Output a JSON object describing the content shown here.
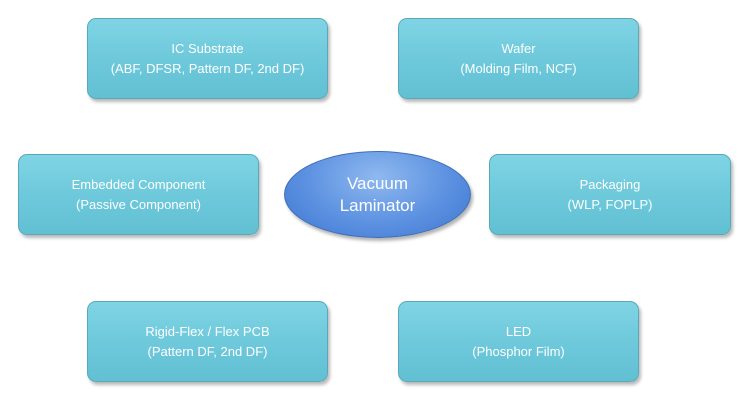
{
  "center": {
    "line1": "Vacuum",
    "line2": "Laminator"
  },
  "nodes": [
    {
      "title": "IC Substrate",
      "detail": "(ABF, DFSR, Pattern DF, 2nd DF)"
    },
    {
      "title": "Wafer",
      "detail": "(Molding Film, NCF)"
    },
    {
      "title": "Embedded Component",
      "detail": "(Passive Component)"
    },
    {
      "title": "Packaging",
      "detail": "(WLP, FOPLP)"
    },
    {
      "title": "Rigid-Flex / Flex PCB",
      "detail": "(Pattern DF, 2nd DF)"
    },
    {
      "title": "LED",
      "detail": "(Phosphor Film)"
    }
  ],
  "colors": {
    "node_fill": "#6cc8da",
    "center_fill": "#5c91e1",
    "text": "#ffffff"
  }
}
